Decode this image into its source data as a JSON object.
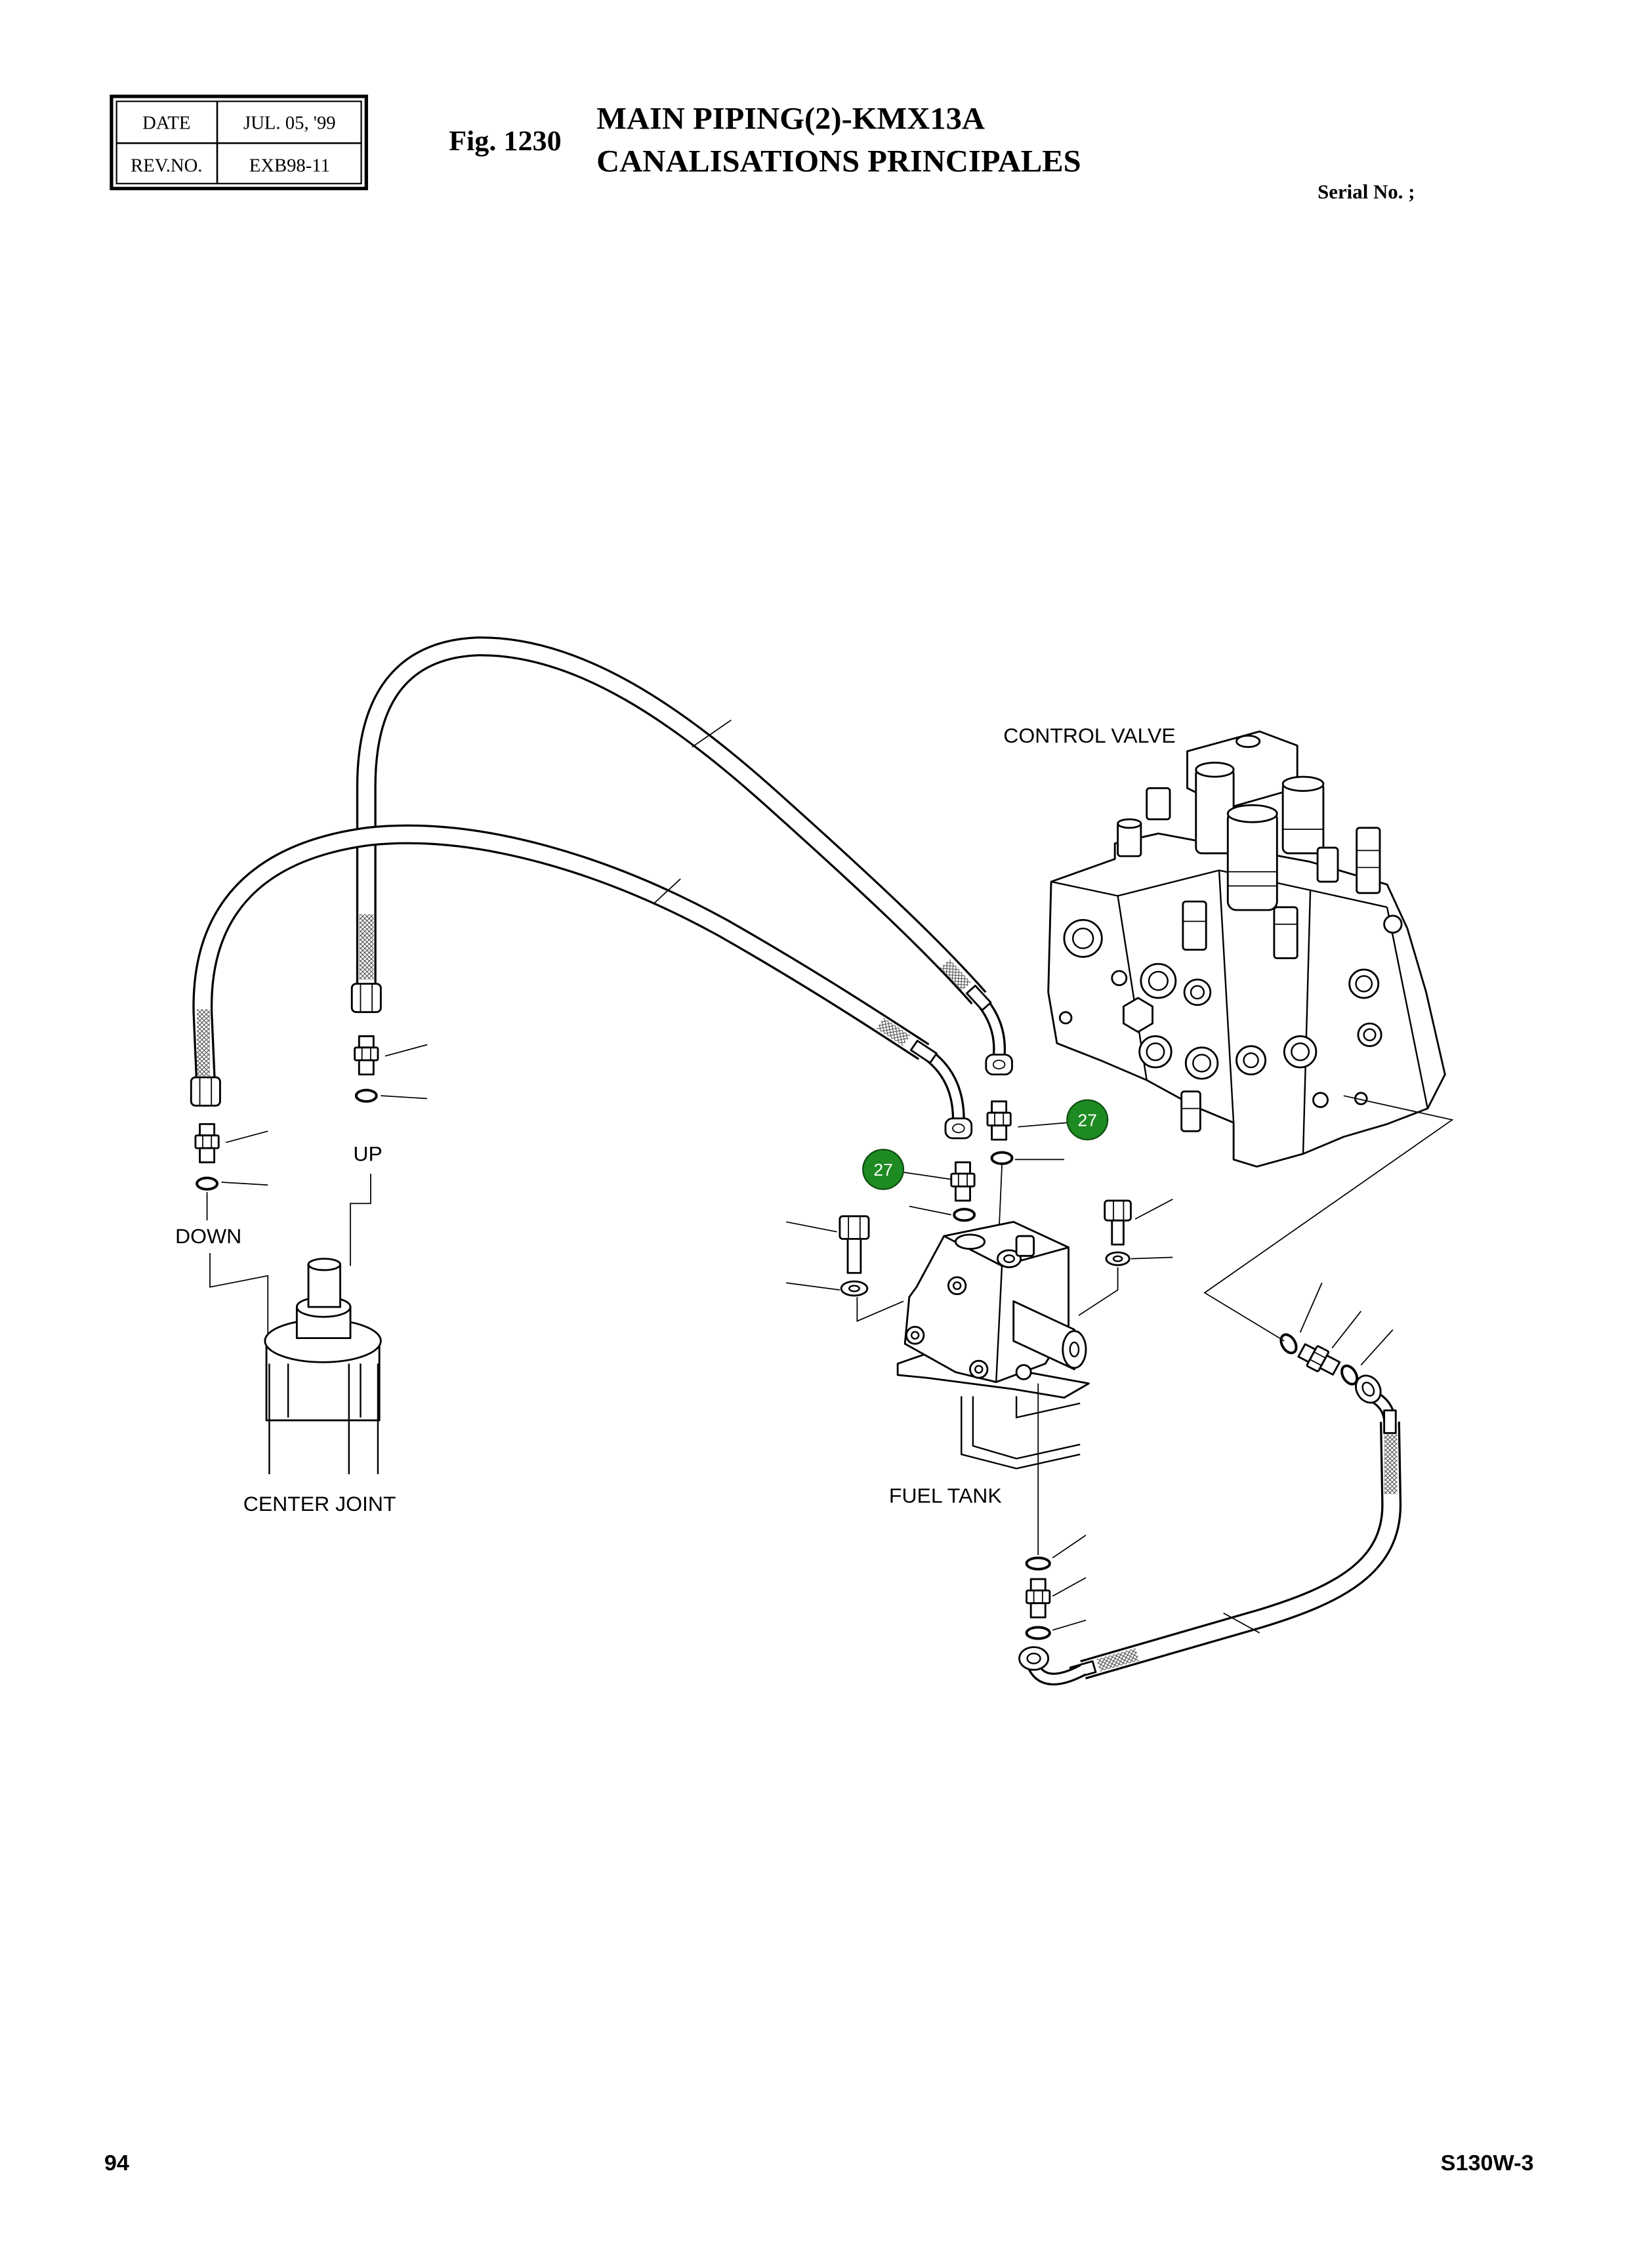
{
  "header": {
    "date_label": "DATE",
    "date_value": "JUL. 05, '99",
    "rev_label": "REV.NO.",
    "rev_value": "EXB98-11"
  },
  "figure": {
    "number": "Fig. 1230",
    "title_en": "MAIN PIPING(2)-KMX13A",
    "title_fr": "CANALISATIONS PRINCIPALES",
    "serial": "Serial No. ;"
  },
  "diagram": {
    "labels": {
      "control_valve": "CONTROL VALVE",
      "up": "UP",
      "down": "DOWN",
      "center_joint": "CENTER JOINT",
      "fuel_tank": "FUEL TANK"
    },
    "callouts": [
      "27",
      "27"
    ],
    "callout_color": "#1e8a22",
    "callout_text_color": "#ffffff"
  },
  "footer": {
    "page": "94",
    "model": "S130W-3"
  }
}
